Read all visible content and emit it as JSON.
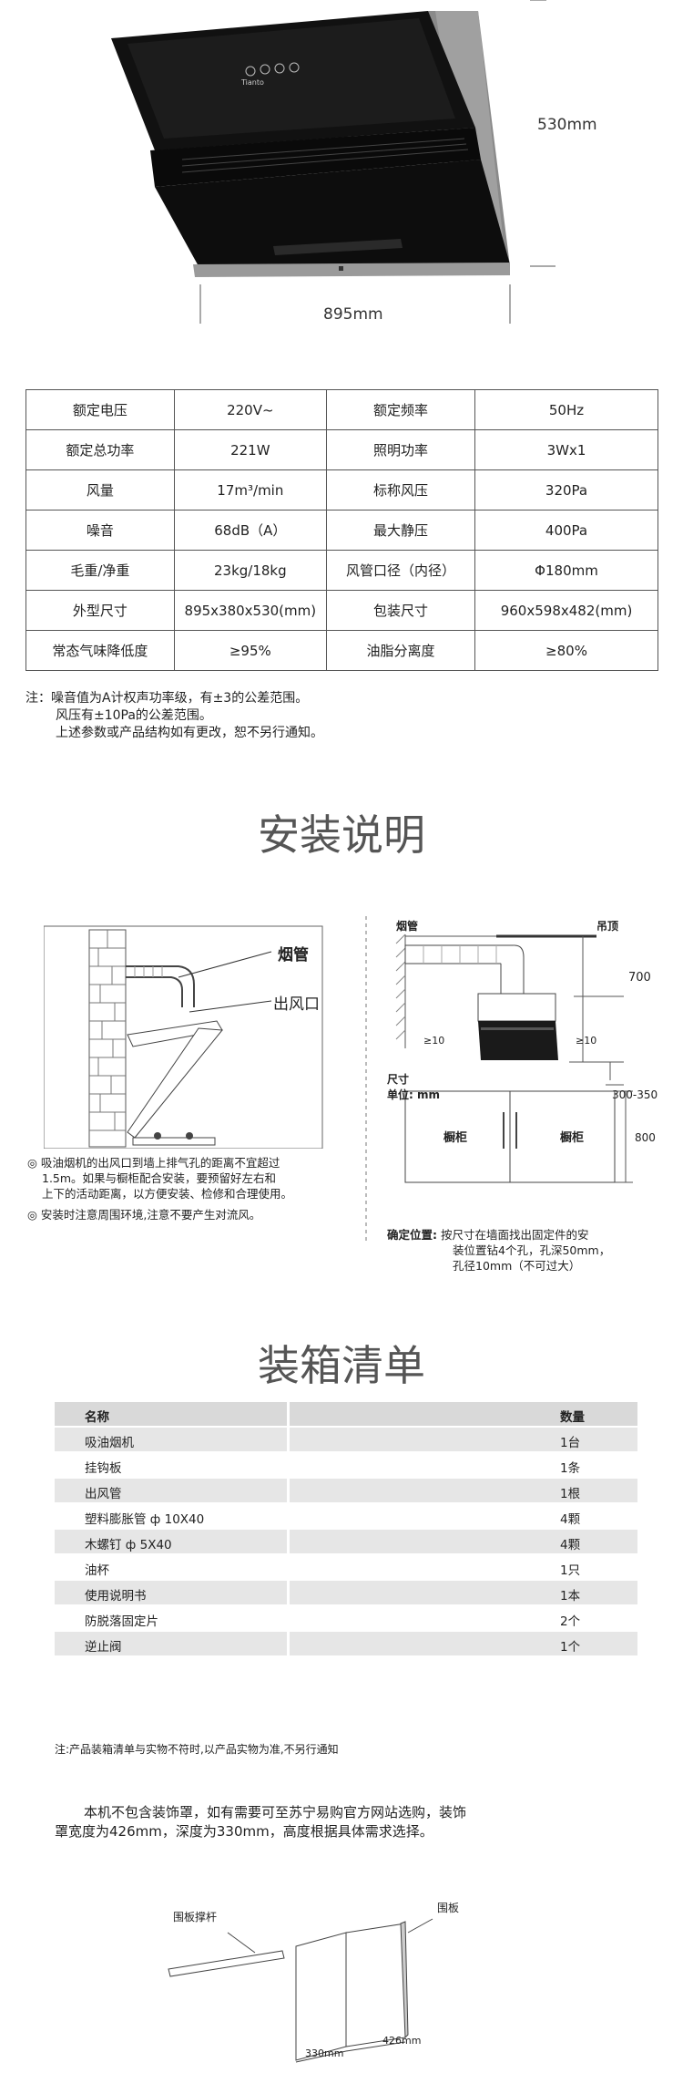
{
  "hood": {
    "brand": "Tianto",
    "height_label": "530mm",
    "width_label": "895mm"
  },
  "specs": [
    [
      "额定电压",
      "220V~",
      "额定频率",
      "50Hz"
    ],
    [
      "额定总功率",
      "221W",
      "照明功率",
      "3Wx1"
    ],
    [
      "风量",
      "17m³/min",
      "标称风压",
      "320Pa"
    ],
    [
      "噪音",
      "68dB（A）",
      "最大静压",
      "400Pa"
    ],
    [
      "毛重/净重",
      "23kg/18kg",
      "风管口径（内径）",
      "Φ180mm"
    ],
    [
      "外型尺寸",
      "895x380x530(mm)",
      "包装尺寸",
      "960x598x482(mm)"
    ],
    [
      "常态气味降低度",
      "≥95%",
      "油脂分离度",
      "≥80%"
    ]
  ],
  "spec_note": {
    "line1": "注：噪音值为A计权声功率级，有±3的公差范围。",
    "line2": "风压有±10Pa的公差范围。",
    "line3": "上述参数或产品结构如有更改，恕不另行通知。"
  },
  "install": {
    "title": "安装说明",
    "left": {
      "label_pipe": "烟管",
      "label_outlet": "出风口",
      "note1_l1": "◎ 吸油烟机的出风口到墙上排气孔的距离不宜超过",
      "note1_l2": "1.5m。如果与橱柜配合安装，要预留好左右和",
      "note1_l3": "上下的活动距离，以方便安装、检修和合理使用。",
      "note2": "◎ 安装时注意周围环境,注意不要产生对流风。"
    },
    "right": {
      "label_pipe": "烟管",
      "label_ceiling": "吊顶",
      "dim_700": "700",
      "dim_10a": "≥10",
      "dim_10b": "≥10",
      "unit_l1": "尺寸",
      "unit_l2": "单位:  mm",
      "dim_300": "300-350",
      "cabinet_a": "橱柜",
      "cabinet_b": "橱柜",
      "dim_800": "800",
      "pos_label": "确定位置:",
      "pos_l1": "按尺寸在墙面找出固定件的安",
      "pos_l2": "装位置钻4个孔，孔深50mm，",
      "pos_l3": "孔径10mm（不可过大）"
    }
  },
  "packing": {
    "title": "装箱清单",
    "header": {
      "name": "名称",
      "qty": "数量"
    },
    "items": [
      {
        "name": "吸油烟机",
        "qty": "1台"
      },
      {
        "name": "挂钩板",
        "qty": "1条"
      },
      {
        "name": "出风管",
        "qty": "1根"
      },
      {
        "name": "塑料膨胀管 ф 10X40",
        "qty": "4颗"
      },
      {
        "name": "木螺钉 ф 5X40",
        "qty": "4颗"
      },
      {
        "name": "油杯",
        "qty": "1只"
      },
      {
        "name": "使用说明书",
        "qty": "1本"
      },
      {
        "name": "防脱落固定片",
        "qty": "2个"
      },
      {
        "name": "逆止阀",
        "qty": "1个"
      }
    ],
    "note": "注:产品装箱清单与实物不符时,以产品实物为准,不另行通知"
  },
  "cover": {
    "text_l1": "本机不包含装饰罩，如有需要可至苏宁易购官方网站选购，装饰",
    "text_l2": "罩宽度为426mm，深度为330mm，高度根据具体需求选择。",
    "label_rod": "围板撑杆",
    "label_panel": "围板",
    "dim_330": "330mm",
    "dim_426": "426mm"
  }
}
